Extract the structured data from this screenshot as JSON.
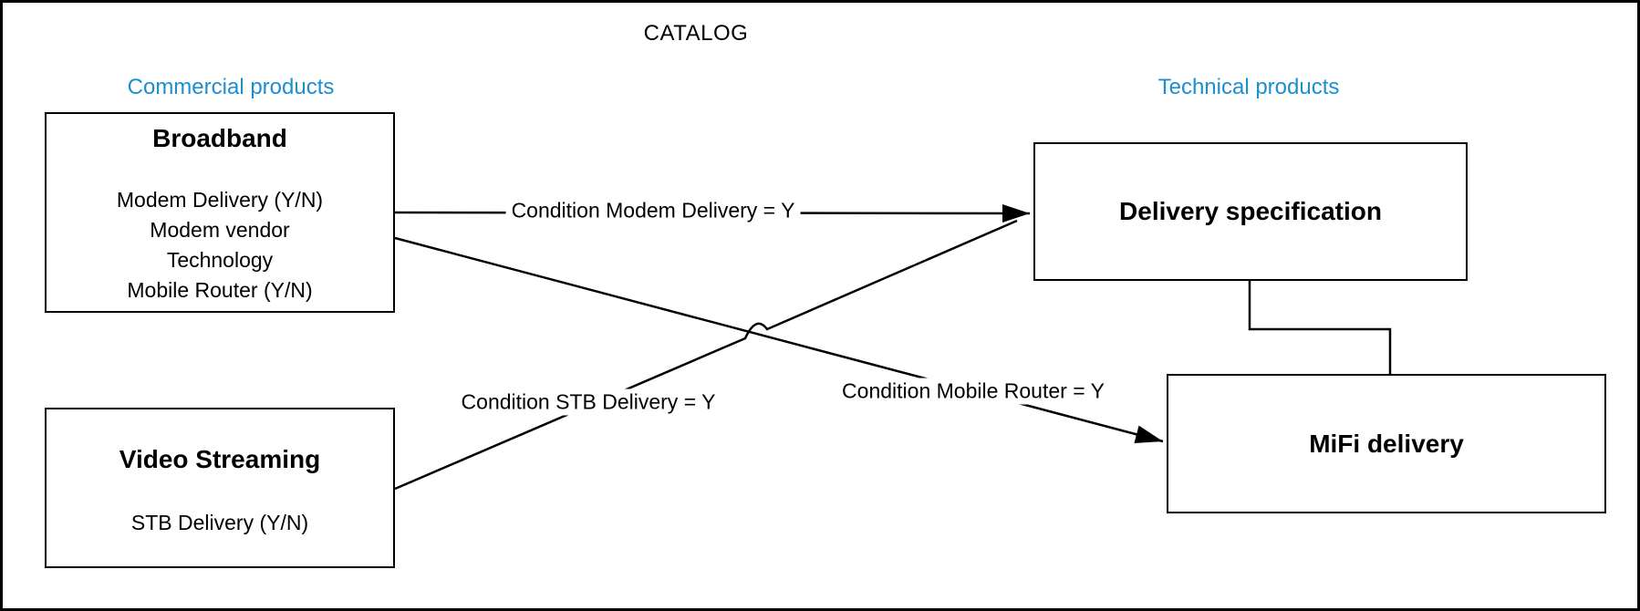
{
  "title": "CATALOG",
  "colors": {
    "accent": "#1d8fcf",
    "line": "#000000",
    "node_fill": "#ffffff",
    "node_border": "#000000"
  },
  "sections": {
    "commercial": "Commercial products",
    "technical": "Technical products"
  },
  "nodes": {
    "broadband": {
      "title": "Broadband",
      "attributes": [
        "Modem Delivery (Y/N)",
        "Modem vendor",
        "Technology",
        "Mobile Router (Y/N)"
      ]
    },
    "video_streaming": {
      "title": "Video Streaming",
      "attributes": [
        "STB Delivery (Y/N)"
      ]
    },
    "delivery_specification": {
      "title": "Delivery specification"
    },
    "mifi_delivery": {
      "title": "MiFi delivery"
    }
  },
  "edges": {
    "modem": {
      "label": "Condition Modem Delivery = Y"
    },
    "stb": {
      "label": "Condition STB Delivery = Y"
    },
    "mobile_router": {
      "label": "Condition Mobile Router = Y"
    }
  }
}
